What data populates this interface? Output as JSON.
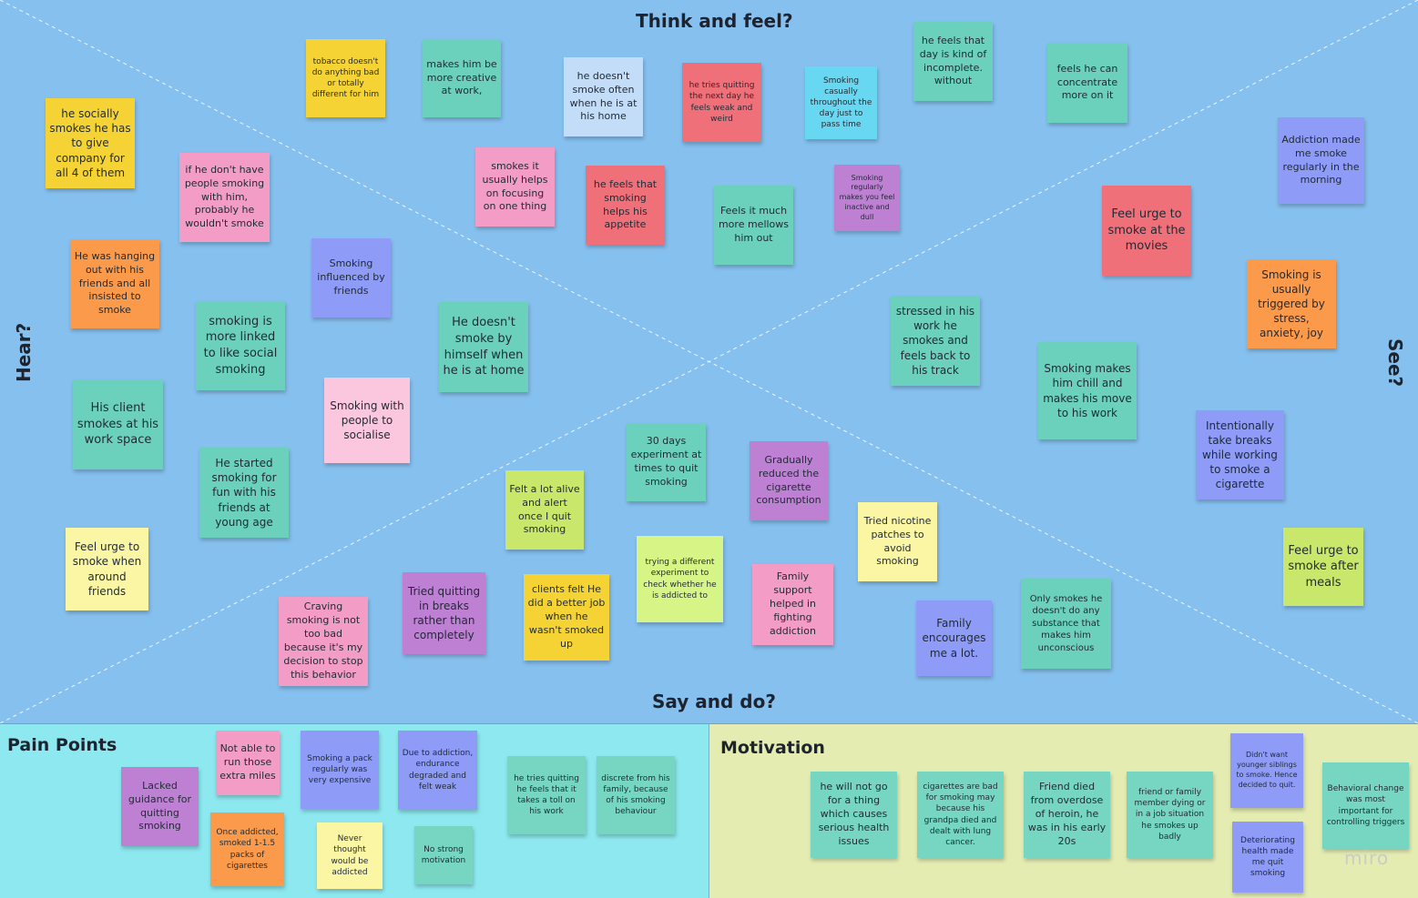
{
  "board": {
    "think_feel": "Think and feel?",
    "hear": "Hear?",
    "see": "See?",
    "say_do": "Say and do?",
    "pain_points": "Pain Points",
    "motivation": "Motivation",
    "watermark": "miro"
  },
  "notes": {
    "n1": "tobacco doesn't do anything bad or totally different for him",
    "n2": "makes him be more creative at work,",
    "n3": "he doesn't smoke often when he is at his home",
    "n4": "he tries quitting the next day he feels weak and weird",
    "n5": "Smoking casually throughout the day just to pass time",
    "n6": "he feels that day is kind of incomplete. without",
    "n7": "feels he can concentrate more on it",
    "n8": "he socially smokes he has to give company for all 4 of them",
    "n9": "if he don't have people smoking with him, probably he wouldn't smoke",
    "n10": "smokes it usually helps on focusing on one  thing",
    "n11": "he feels that smoking helps his appetite",
    "n12": "Feels it much more mellows him out",
    "n13": "Smoking regularly makes you feel inactive and dull",
    "n14": "Addiction made me smoke regularly in the morning",
    "n15": "Feel urge to smoke at the movies",
    "n16": "He was hanging out with his friends and all insisted to smoke",
    "n17": "Smoking influenced by friends",
    "n18": "smoking is more linked to like social smoking",
    "n19": "He doesn't smoke by himself when he is at home",
    "n20": "Smoking is usually triggered by stress, anxiety, joy",
    "n21": "stressed in his work he smokes and feels back to his track",
    "n22": "Smoking makes him chill and makes his move to his work",
    "n23": "His client smokes at his work space",
    "n24": "Smoking with people to socialise",
    "n25": "Intentionally take breaks while working to smoke a cigarette",
    "n26": "He started smoking for fun with his friends at young age",
    "n27": "30 days experiment at times to quit smoking",
    "n28": "Gradually reduced the cigarette consumption",
    "n29": "Felt a lot alive and alert once I quit smoking",
    "n30": "Tried nicotine patches to avoid smoking",
    "n31": "Feel urge to smoke when around friends",
    "n32": "trying a different experiment to check whether he is addicted to",
    "n33": "Feel urge to smoke after meals",
    "n34": "Tried quitting in breaks rather than completely",
    "n35": "clients felt He did a better job when he wasn't smoked up",
    "n36": "Family support helped in fighting addiction",
    "n37": "Only smokes he doesn't do any substance that makes him unconscious",
    "n38": "Craving smoking is not too bad because it's my decision to stop this behavior",
    "n39": "Family encourages me a lot."
  },
  "pain": {
    "p1": "Not able to run those extra miles",
    "p2": "Smoking a pack regularly was very expensive",
    "p3": "Due to addiction, endurance degraded and felt weak",
    "p4": "he tries quitting he feels that it takes a toll on his work",
    "p5": "discrete from his family, because of his smoking behaviour",
    "p6": "Lacked guidance for quitting smoking",
    "p7": "Once addicted, smoked 1-1.5 packs of cigarettes",
    "p8": "Never thought would be addicted",
    "p9": "No strong motivation"
  },
  "motiv": {
    "m1": "he will not go for a thing which causes serious health issues",
    "m2": "cigarettes are bad for smoking may because his grandpa died and dealt with lung cancer.",
    "m3": "Friend died from overdose of heroin, he was in his early 20s",
    "m4": "friend or family member dying or in a job situation he smokes up badly",
    "m5": "Didn't want younger siblings to smoke. Hence decided to quit.",
    "m6": "Behavioral change was most important for controlling triggers",
    "m7": "Deteriorating health made me quit smoking"
  }
}
